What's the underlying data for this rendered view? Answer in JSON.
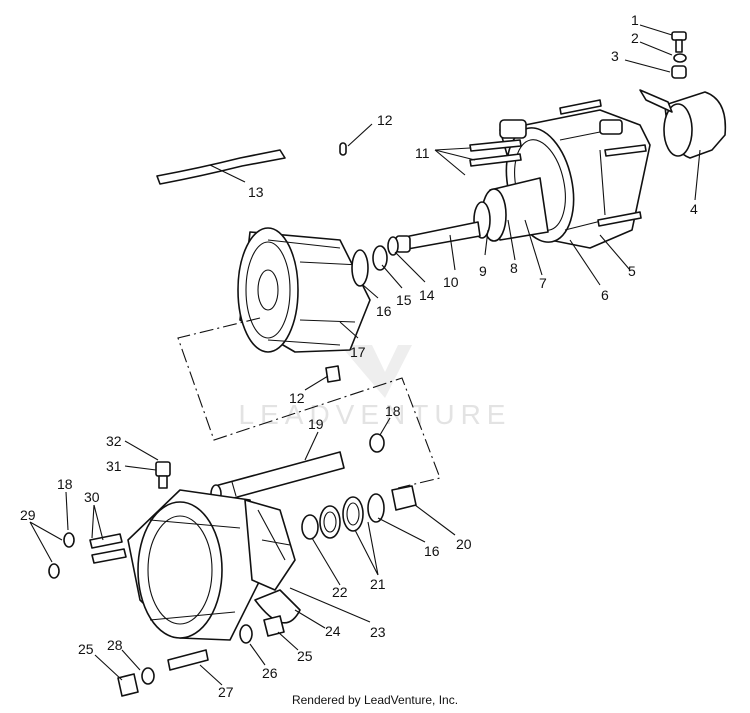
{
  "diagram": {
    "callouts": [
      "1",
      "2",
      "3",
      "4",
      "5",
      "6",
      "7",
      "8",
      "9",
      "10",
      "11",
      "12",
      "13",
      "14",
      "15",
      "16",
      "17",
      "12",
      "18",
      "19",
      "32",
      "31",
      "18",
      "30",
      "29",
      "16",
      "20",
      "21",
      "22",
      "23",
      "24",
      "25",
      "26",
      "28",
      "25",
      "27"
    ],
    "watermark": "LEADVENTURE"
  },
  "footer": {
    "text": "Rendered by LeadVenture, Inc."
  }
}
